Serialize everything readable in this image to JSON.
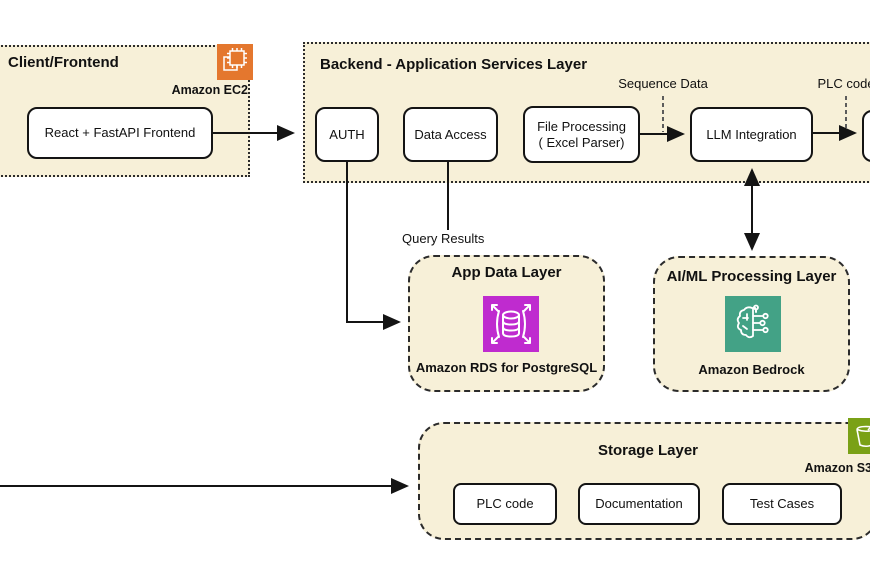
{
  "diagram": {
    "client": {
      "title": "Client/Frontend",
      "service": "Amazon EC2",
      "node": "React + FastAPI Frontend"
    },
    "backend": {
      "title": "Backend - Application Services Layer",
      "nodes": {
        "auth": "AUTH",
        "data_access": "Data Access",
        "file_processing_line1": "File Processing",
        "file_processing_line2": "( Excel Parser)",
        "llm": "LLM Integration"
      }
    },
    "labels": {
      "sequence_data": "Sequence Data",
      "plc_code": "PLC code",
      "query_results": "Query Results"
    },
    "app_data": {
      "title": "App Data Layer",
      "service": "Amazon RDS for PostgreSQL"
    },
    "aiml": {
      "title": "AI/ML Processing Layer",
      "service": "Amazon Bedrock"
    },
    "storage": {
      "title": "Storage Layer",
      "service": "Amazon S3",
      "nodes": [
        "PLC code",
        "Documentation",
        "Test Cases"
      ]
    },
    "colors": {
      "group_fill": "#F7F0D8",
      "ec2_orange": "#E4772E",
      "rds_purple": "#BF2BCF",
      "bedrock_teal": "#43A286",
      "s3_green": "#7AA116",
      "line_black": "#141414",
      "dashed_gray": "#5c5c5c"
    }
  }
}
